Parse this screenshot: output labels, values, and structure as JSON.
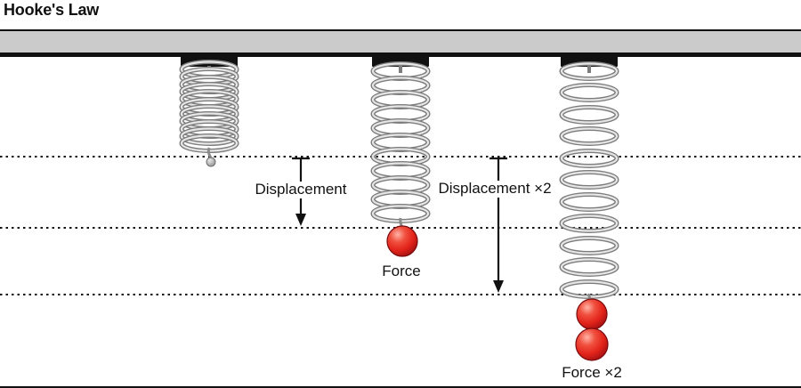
{
  "title": "Hooke's Law",
  "annotations": {
    "displacement_label": "Displacement",
    "displacement_x2_label": "Displacement ×2",
    "force_label": "Force",
    "force_x2_label": "Force ×2"
  },
  "colors": {
    "ball_red": "#e2231a",
    "ceiling_gray": "#cbcbcb",
    "mount_black": "#111111",
    "spring_outline": "#7d7d7d",
    "spring_highlight": "#e6e6e6",
    "line_black": "#111111"
  }
}
